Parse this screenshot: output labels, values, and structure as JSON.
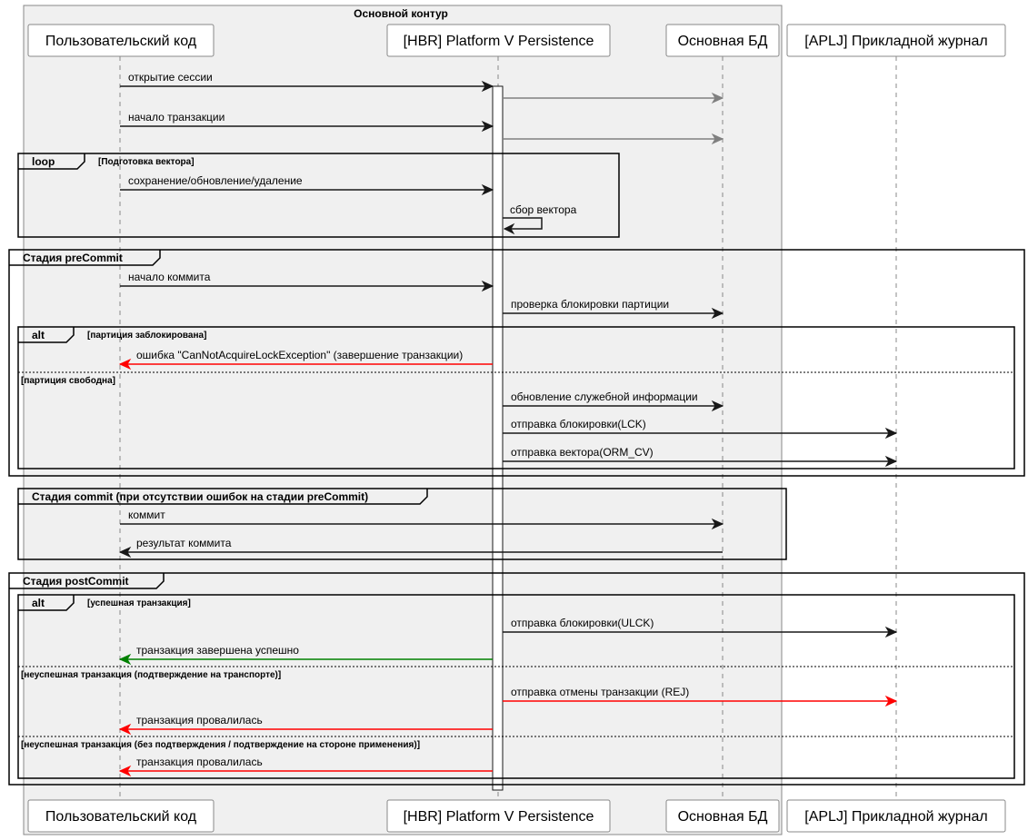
{
  "box_title": "Основной контур",
  "participants": [
    {
      "id": "user",
      "label": "Пользовательский код"
    },
    {
      "id": "hbr",
      "label": "[HBR] Platform V Persistence"
    },
    {
      "id": "db",
      "label": "Основная БД"
    },
    {
      "id": "aplj",
      "label": "[APLJ] Прикладной журнал"
    }
  ],
  "frames": [
    {
      "tag": "loop",
      "condition": "[Подготовка вектора]"
    },
    {
      "tag": "Стадия preCommit",
      "condition": ""
    },
    {
      "tag": "alt",
      "condition": "[партиция заблокирована]",
      "else": [
        "[партиция свободна]"
      ]
    },
    {
      "tag": "Стадия commit (при отсутствии ошибок на стадии preCommit)",
      "condition": ""
    },
    {
      "tag": "Стадия postCommit",
      "condition": ""
    },
    {
      "tag": "alt",
      "condition": "[успешная транзакция]",
      "else": [
        "[неуспешная транзакция (подтверждение на транспорте)]",
        "[неуспешная транзакция (без подтверждения / подтверждение на стороне применения)]"
      ]
    }
  ],
  "messages": [
    {
      "from": "user",
      "to": "hbr",
      "text": "открытие сессии",
      "color": "#181818"
    },
    {
      "from": "hbr",
      "to": "db",
      "text": "",
      "color": "#808080"
    },
    {
      "from": "user",
      "to": "hbr",
      "text": "начало транзакции",
      "color": "#181818"
    },
    {
      "from": "hbr",
      "to": "db",
      "text": "",
      "color": "#808080"
    },
    {
      "from": "user",
      "to": "hbr",
      "text": "сохранение/обновление/удаление",
      "color": "#181818"
    },
    {
      "from": "hbr",
      "to": "hbr",
      "text": "сбор вектора",
      "color": "#181818"
    },
    {
      "from": "user",
      "to": "hbr",
      "text": "начало коммита",
      "color": "#181818"
    },
    {
      "from": "hbr",
      "to": "db",
      "text": "проверка блокировки партиции",
      "color": "#181818"
    },
    {
      "from": "hbr",
      "to": "user",
      "text": "ошибка \"CanNotAcquireLockException\" (завершение транзакции)",
      "color": "#ff0000"
    },
    {
      "from": "hbr",
      "to": "db",
      "text": "обновление служебной информации",
      "color": "#181818"
    },
    {
      "from": "hbr",
      "to": "aplj",
      "text": "отправка блокировки(LCK)",
      "color": "#181818"
    },
    {
      "from": "hbr",
      "to": "aplj",
      "text": "отправка вектора(ORM_CV)",
      "color": "#181818"
    },
    {
      "from": "user",
      "to": "db",
      "text": "коммит",
      "color": "#181818"
    },
    {
      "from": "db",
      "to": "user",
      "text": "результат коммита",
      "color": "#181818"
    },
    {
      "from": "hbr",
      "to": "aplj",
      "text": "отправка блокировки(ULCK)",
      "color": "#181818"
    },
    {
      "from": "hbr",
      "to": "user",
      "text": "транзакция завершена успешно",
      "color": "#008000"
    },
    {
      "from": "hbr",
      "to": "aplj",
      "text": "отправка отмены транзакции (REJ)",
      "color": "#ff0000"
    },
    {
      "from": "hbr",
      "to": "user",
      "text": "транзакция провалилась",
      "color": "#ff0000"
    },
    {
      "from": "hbr",
      "to": "user",
      "text": "транзакция провалилась",
      "color": "#ff0000"
    }
  ]
}
